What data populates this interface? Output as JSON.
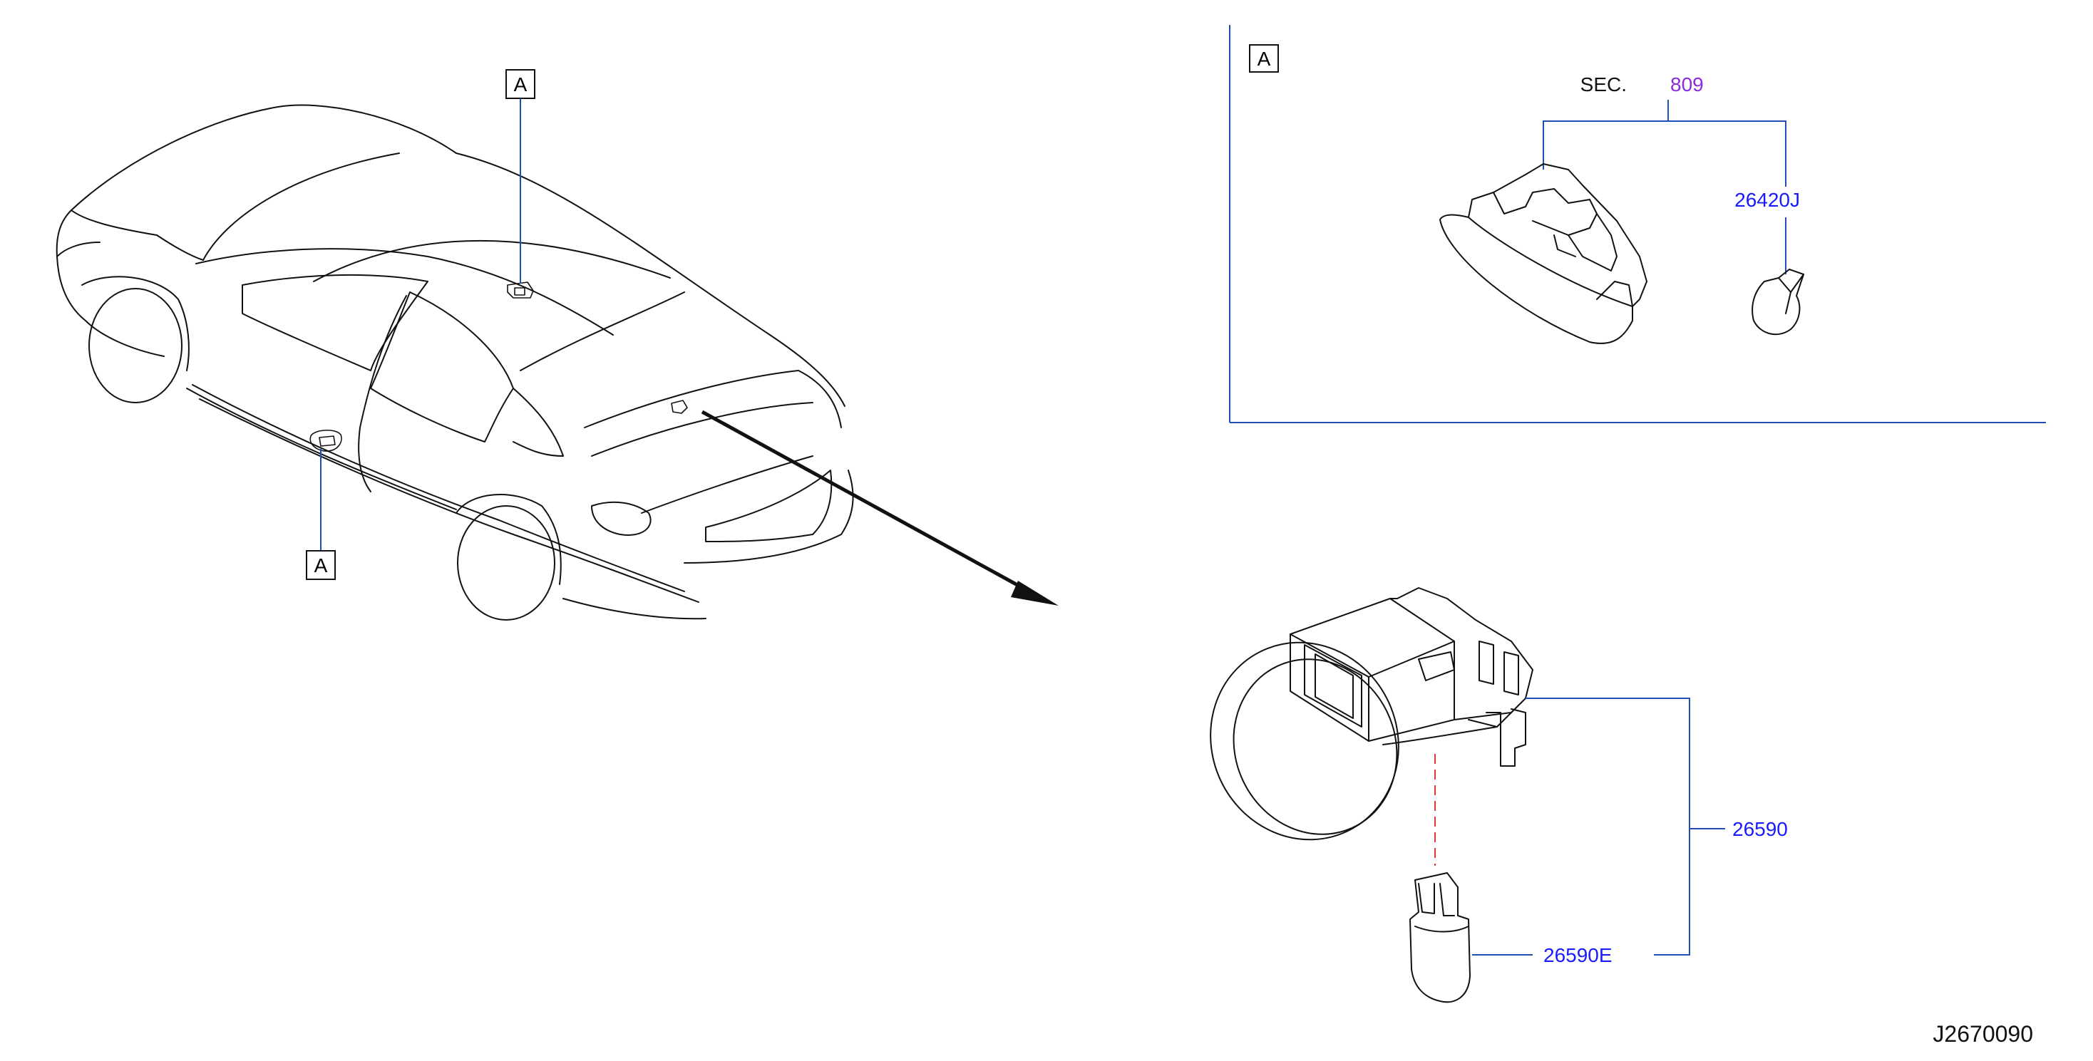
{
  "diagram": {
    "callouts": {
      "roof_lamp_ref": "A",
      "door_lamp_ref": "A",
      "detail_box_ref": "A"
    },
    "sec_reference": {
      "prefix": "SEC.",
      "number": "809",
      "number_color": "#8a2be2"
    },
    "parts": {
      "bulb_upper": "26420J",
      "trunk_lamp": "26590",
      "trunk_bulb": "26590E"
    },
    "drawing_id": "J2670090",
    "colors": {
      "part_number": "#1a1aff",
      "leader": "#1f4fb4",
      "dashed_guide": "#e53935",
      "outline": "#111111"
    }
  }
}
